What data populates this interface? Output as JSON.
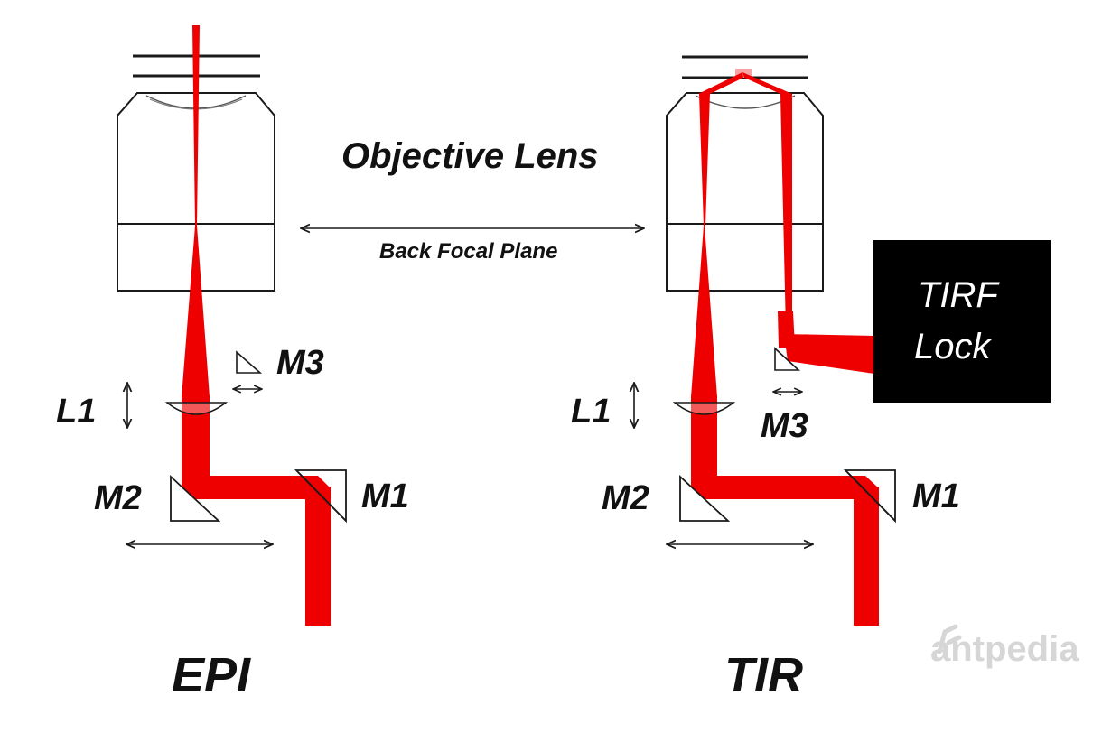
{
  "colors": {
    "beam": "#ee0000",
    "beam_faint": "#f7a3a3",
    "stroke": "#1a1a1a",
    "lock_box": "#000000",
    "lock_text": "#ffffff",
    "watermark": "#d6d6d6"
  },
  "labels": {
    "objective_lens": "Objective Lens",
    "back_focal_plane": "Back Focal Plane",
    "tirf_lock_line1": "TIRF",
    "tirf_lock_line2": "Lock",
    "epi": {
      "title": "EPI",
      "l1": "L1",
      "m1": "M1",
      "m2": "M2",
      "m3": "M3"
    },
    "tir": {
      "title": "TIR",
      "l1": "L1",
      "m1": "M1",
      "m2": "M2",
      "m3": "M3"
    },
    "watermark": "antpedia"
  },
  "icons": {
    "watermark_logo": "antpedia-logo-icon",
    "double_arrow": "double-arrow-icon",
    "lens": "lens-icon",
    "mirror": "mirror-prism-icon"
  }
}
